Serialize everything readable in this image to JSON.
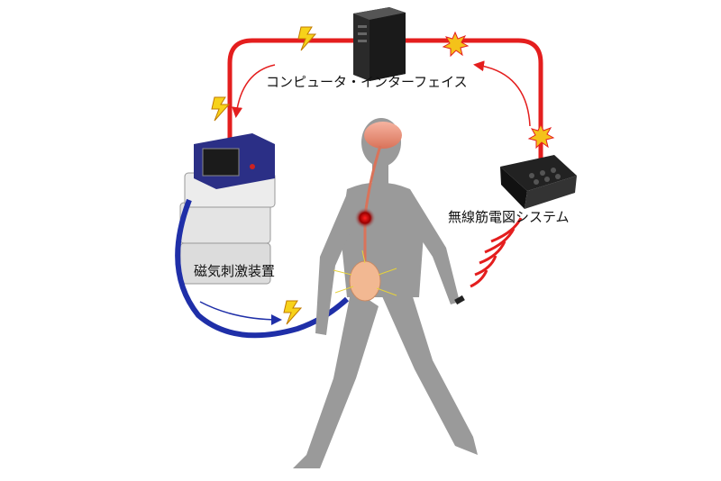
{
  "labels": {
    "computer_interface": "コンピュータ・インターフェイス",
    "wireless_emg": "無線筋電図システム",
    "magnetic_stimulator": "磁気刺激装置"
  },
  "colors": {
    "signal_line": "#e41e1e",
    "cable": "#1f2fa8",
    "silhouette": "#9a9a9a",
    "lightning": "#f7d21a",
    "burst": "#f4c21a"
  }
}
